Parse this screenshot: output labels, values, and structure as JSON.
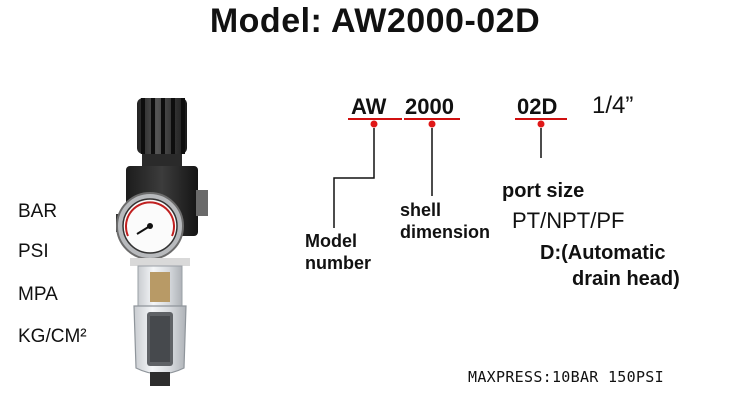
{
  "title": "Model:  AW2000-02D",
  "units": [
    "BAR",
    "PSI",
    "MPA",
    "KG/CM²"
  ],
  "code_parts": {
    "series": "AW",
    "shell": "2000",
    "port": "02D",
    "size": "1/4”"
  },
  "callouts": {
    "model_number": [
      "Model",
      "number"
    ],
    "shell_dimension": [
      "shell",
      "dimension"
    ],
    "port_size": "port size",
    "port_threads": "PT/NPT/PF",
    "drain": [
      "D:(Automatic",
      "drain head)"
    ]
  },
  "maxpress": "MAXPRESS:10BAR 150PSI",
  "colors": {
    "underline": "#d01010",
    "dot": "#e01818",
    "text": "#111111"
  }
}
